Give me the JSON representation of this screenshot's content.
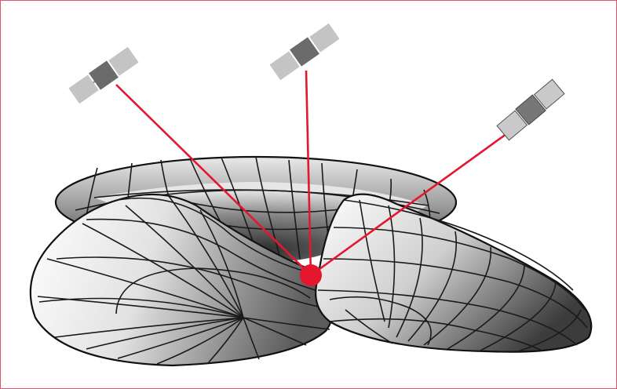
{
  "figure": {
    "description_shown": "",
    "colors": {
      "frame": "#e8506e",
      "signal": "#e5172f",
      "receiver": "#e5172f",
      "satellite_panel": "#bfbfbf",
      "satellite_body": "#6e6e6e",
      "surface_light": "#ffffff",
      "surface_dark": "#3a3a3a"
    },
    "icons": [
      "satellite-icon",
      "satellite-icon",
      "satellite-icon",
      "receiver-dot-icon"
    ],
    "satellites": [
      {
        "name": "satellite-left"
      },
      {
        "name": "satellite-middle"
      },
      {
        "name": "satellite-right"
      }
    ],
    "surfaces": [
      {
        "name": "sphere-surface-back"
      },
      {
        "name": "sphere-surface-left"
      },
      {
        "name": "sphere-surface-right"
      }
    ]
  }
}
